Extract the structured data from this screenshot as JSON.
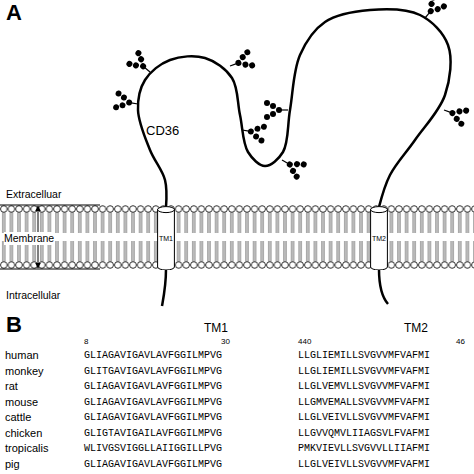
{
  "diagram": {
    "nodes": [
      {
        "text": [
          "TM1"
        ]
      },
      {
        "text": [
          "TM2"
        ]
      }
    ],
    "edges": [
      {
        "from": 0,
        "to": 1,
        "arrow": "none"
      }
    ],
    "labels": [
      "A",
      "CD36",
      "Extracelluar",
      "Membrane",
      "Intracellular",
      "B",
      "TM1",
      "TM2",
      "8",
      "30",
      "440",
      "46",
      "human",
      "GLIAGAVIGAVLAVFGGILMPVG",
      "LLGLIEMILLSVGVVMFVAFMI",
      "monkey",
      "GLITGAVIGAVLAVFGGILMPVG",
      "LLGLIEMILLSVGVVMFVAFMI",
      "rat",
      "GLIAGAVIGAVLAVFGGILMPVG",
      "LLGLVEMVLLSVGVVMFVAFMI",
      "mouse",
      "GLIAGAVIGAVLAVFGGILMPVG",
      "LLGMVEMALLSVGVVMFVAFMI",
      "cattle",
      "GLIAGAVIGAVLAVFGGILMPVG",
      "LLGLVEIVLLSVGVVMFVAFMI",
      "chicken",
      "GLIGTAVIGAILAVFGGILMPVG",
      "LLGVVQMVLIIAGSVLFVAFMI",
      "tropicalis",
      "WLIVGSVIGGLLAIIGGILLPVG",
      "PMKVIEVLLSVGVVLLIIAFMI",
      "pig",
      "GLIAGAVIGAVLAVFGGILMPVG",
      "LLGLVEIVLLSVGVVMFVAFMI"
    ]
  }
}
